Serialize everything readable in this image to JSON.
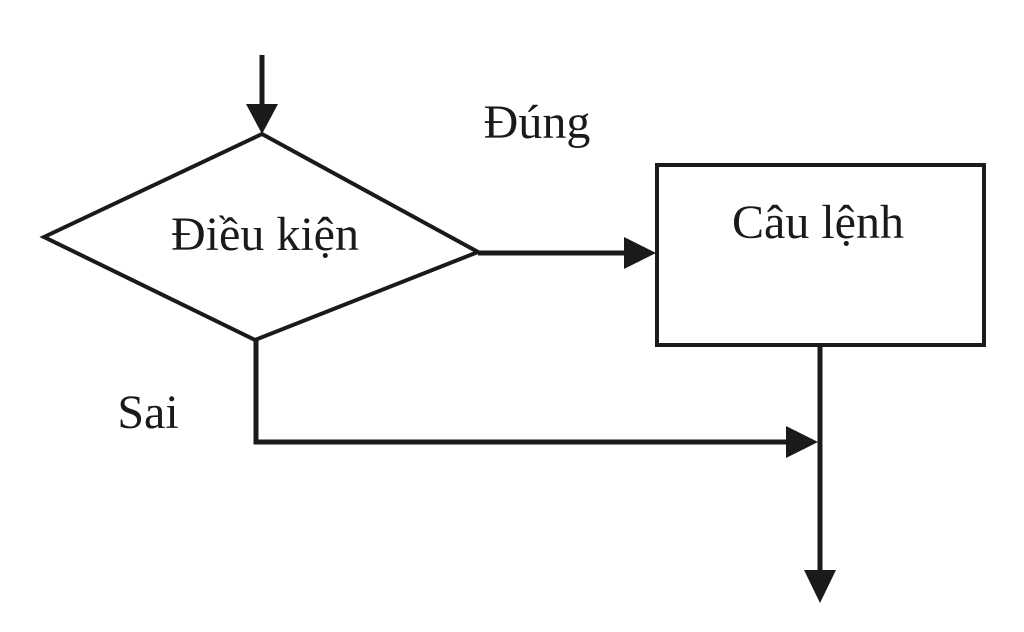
{
  "diagram": {
    "type": "flowchart",
    "nodes": {
      "condition": {
        "shape": "diamond",
        "label": "Điều kiện"
      },
      "statement": {
        "shape": "rectangle",
        "label": "Câu lệnh"
      }
    },
    "edges": {
      "true_label": "Đúng",
      "false_label": "Sai"
    }
  }
}
